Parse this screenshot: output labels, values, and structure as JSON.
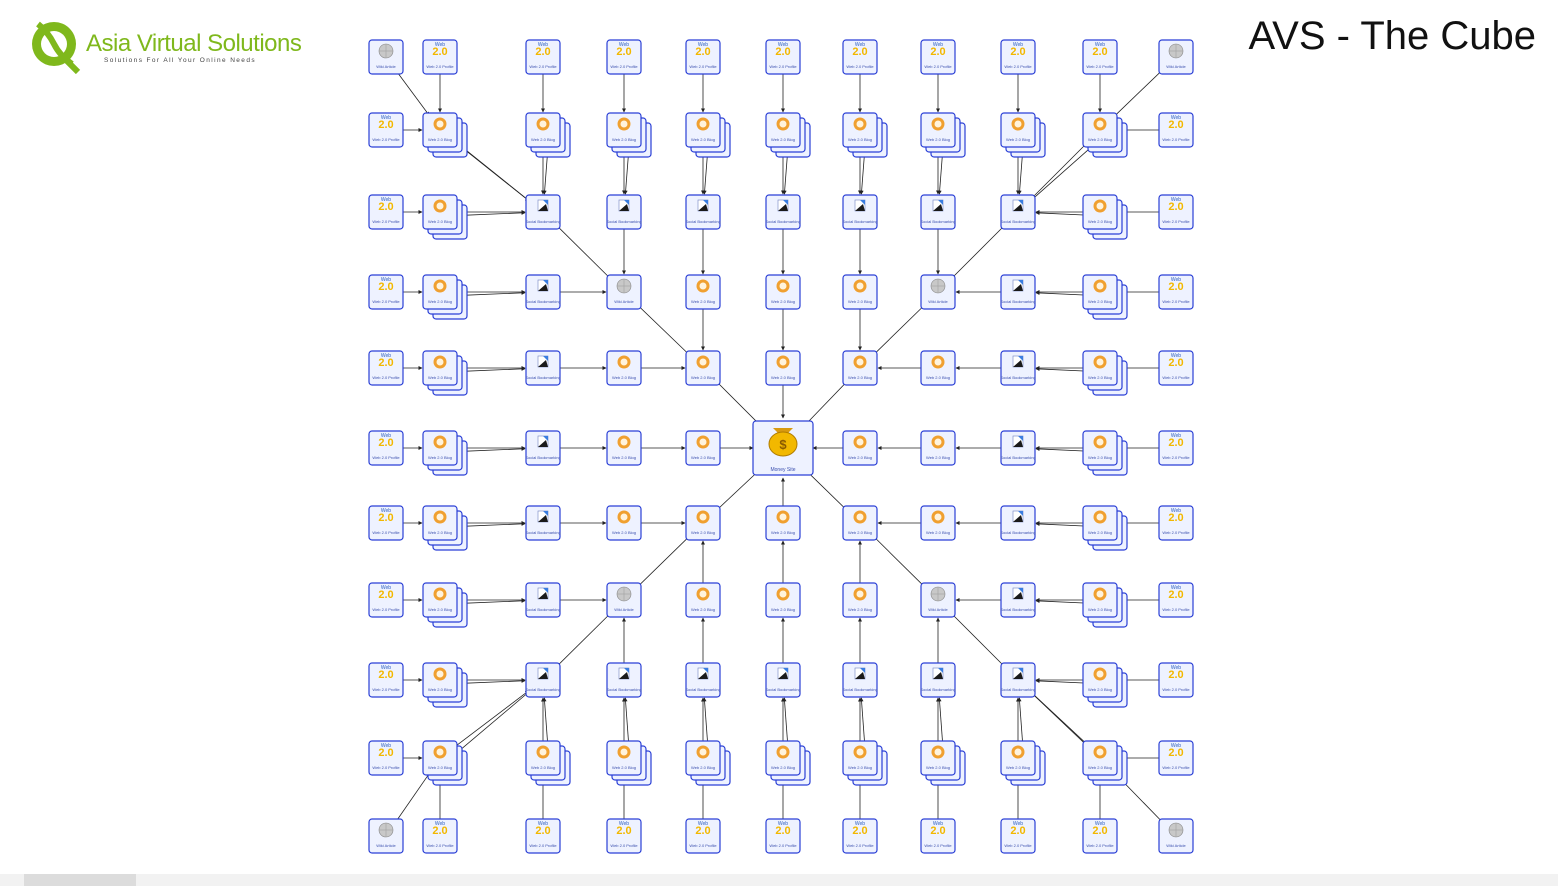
{
  "slide": {
    "title": "AVS - The Cube"
  },
  "logo": {
    "name": "Asia Virtual Solutions",
    "tagline": "Solutions For All Your Online Needs",
    "color": "#7fb81c"
  },
  "diagram": {
    "hub_label": "Money Site",
    "node_labels": {
      "web20_blog": "Web 2.0 Blog",
      "social_bookmark": "Social Bookmarking",
      "wiki_article": "Wiki Article",
      "web20_profile": "Web 2.0 Profile"
    },
    "colors": {
      "node_border": "#2a3fd6",
      "node_fill": "#eef2ff",
      "edge": "#222222",
      "blog_icon": "#f0a030",
      "web20_icon": "#f2b800"
    },
    "icons": {
      "hub": "money-bag-icon",
      "web20_blog": "orange-blog-icon",
      "social_bookmark": "bookmark-icon",
      "wiki_article": "wiki-globe-icon",
      "web20_profile": "web20-badge-icon"
    }
  }
}
